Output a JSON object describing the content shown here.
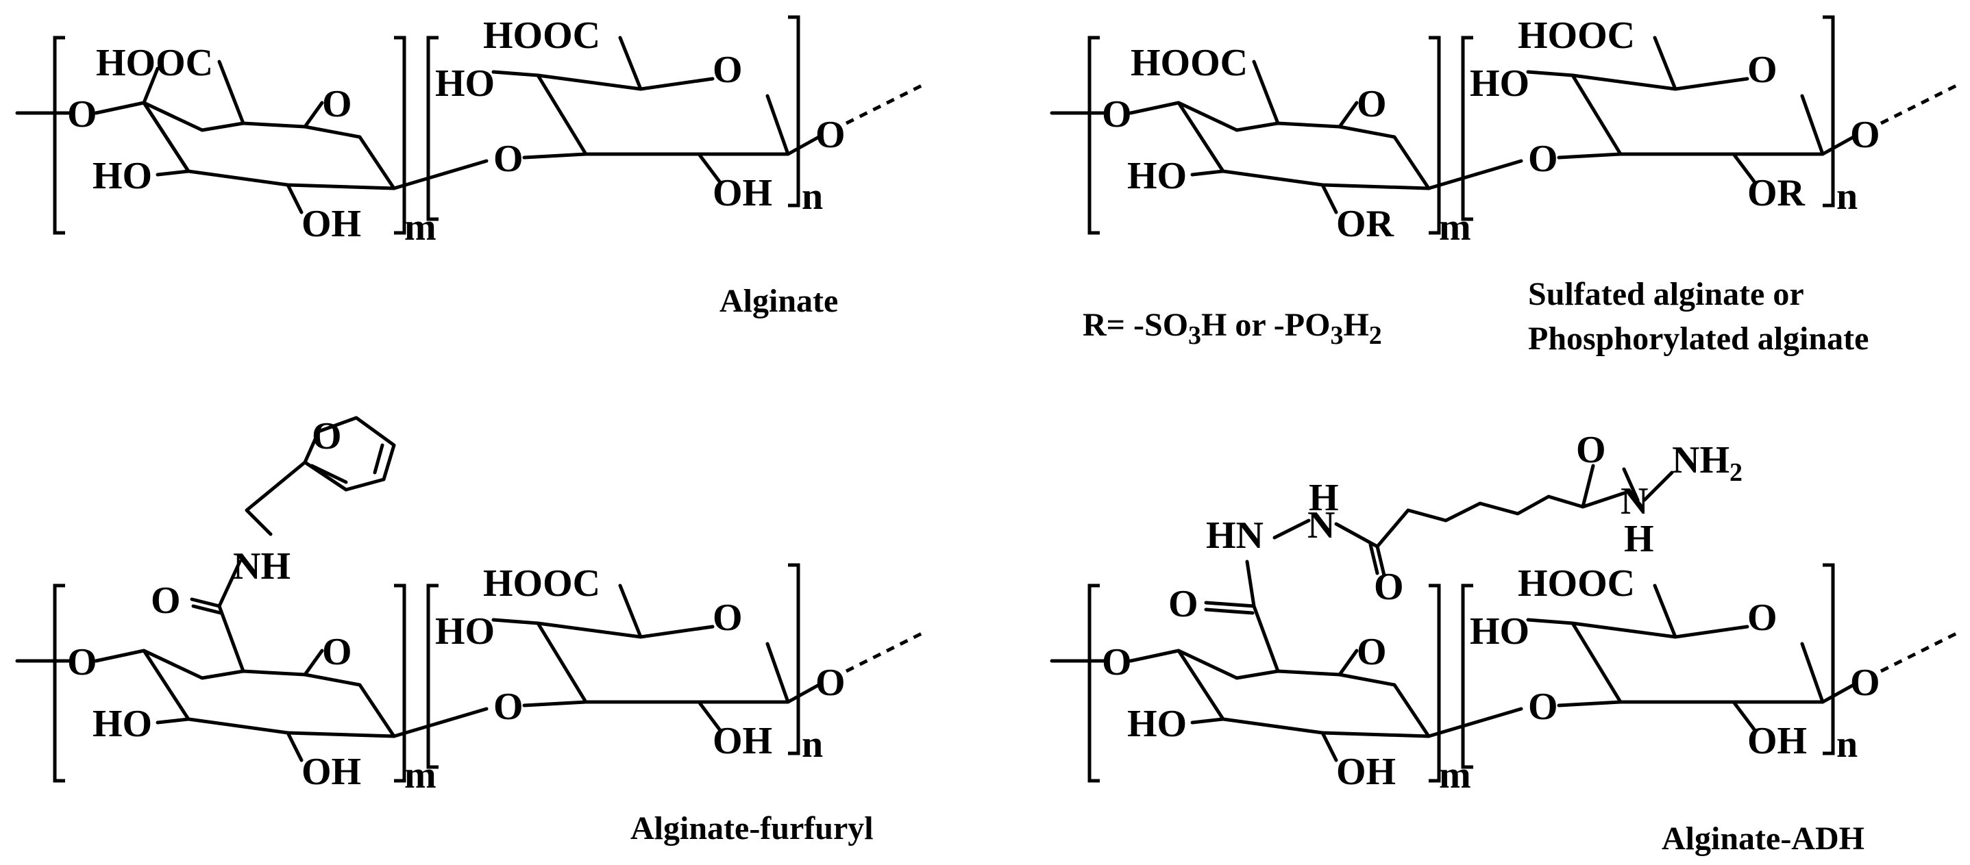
{
  "atoms": {
    "hooc": "HOOC",
    "ho": "HO",
    "oh": "OH",
    "o": "O",
    "or": "OR",
    "m": "m",
    "n": "n",
    "nh": "NH",
    "hn": "HN",
    "h": "H",
    "n_atom": "N",
    "nh2": "NH",
    "nh2_sub": "2"
  },
  "r_definition": {
    "prefix": "R= -SO",
    "sub1": "3",
    "mid": "H or -PO",
    "sub2": "3",
    "h": "H",
    "sub3": "2"
  },
  "captions": {
    "alginate": "Alginate",
    "sulfated_line1": "Sulfated alginate or",
    "sulfated_line2": "Phosphorylated alginate",
    "furfuryl": "Alginate-furfuryl",
    "adh": "Alginate-ADH"
  }
}
